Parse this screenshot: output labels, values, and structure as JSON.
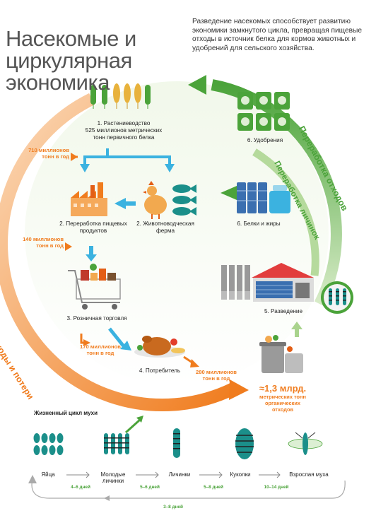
{
  "title_lines": [
    "Насекомые и",
    "циркулярная",
    "экономика"
  ],
  "intro": "Разведение насекомых способствует развитию экономики замкнутого цикла, превращая пищевые отходы в источник белка для кормов животных и удобрений для сельского хозяйства.",
  "stages": {
    "crop": {
      "title": "1. Растениеводство",
      "text1": "525 миллионов метрических",
      "text2": "тонн первичного белка"
    },
    "food_processing": {
      "title1": "2. Переработка пищевых",
      "title2": "продуктов"
    },
    "livestock": {
      "title1": "2. Животноводческая",
      "title2": "ферма"
    },
    "retail": {
      "title": "3. Розничная торговля"
    },
    "consumer": {
      "title": "4. Потребитель"
    },
    "breeding": {
      "title": "5. Разведение"
    },
    "proteins": {
      "title": "6. Белки и жиры"
    },
    "fertilizers": {
      "title": "6. Удобрения"
    }
  },
  "waste_flows": {
    "w710a": "710 миллионов",
    "w710b": "тонн в год",
    "w140a": "140 миллионов",
    "w140b": "тонн в год",
    "w170a": "170 миллионов",
    "w170b": "тонн в год",
    "w280a": "280 миллионов",
    "w280b": "тонн в год"
  },
  "total": {
    "value": "≈1,3 млрд.",
    "l1": "метрических тонн",
    "l2": "органических",
    "l3": "отходов"
  },
  "arc_labels": {
    "waste": "Отходы и потери",
    "recycling_waste": "Переработка отходов",
    "recycling_larvae": "Переработка личинок"
  },
  "life_cycle": {
    "title": "Жизненный цикл мухи",
    "stages": [
      "Яйца",
      "Молодые личинки",
      "Личинки",
      "Куколки",
      "Взрослая муха"
    ],
    "durations": [
      "4–6 дней",
      "5–6 дней",
      "5–8 дней",
      "10–14 дней"
    ],
    "loop_duration": "3–8 дней"
  },
  "colors": {
    "green": "#4ba33a",
    "orange": "#f07c1e",
    "blue": "#3bb2e0",
    "teal": "#1b8f8a"
  }
}
